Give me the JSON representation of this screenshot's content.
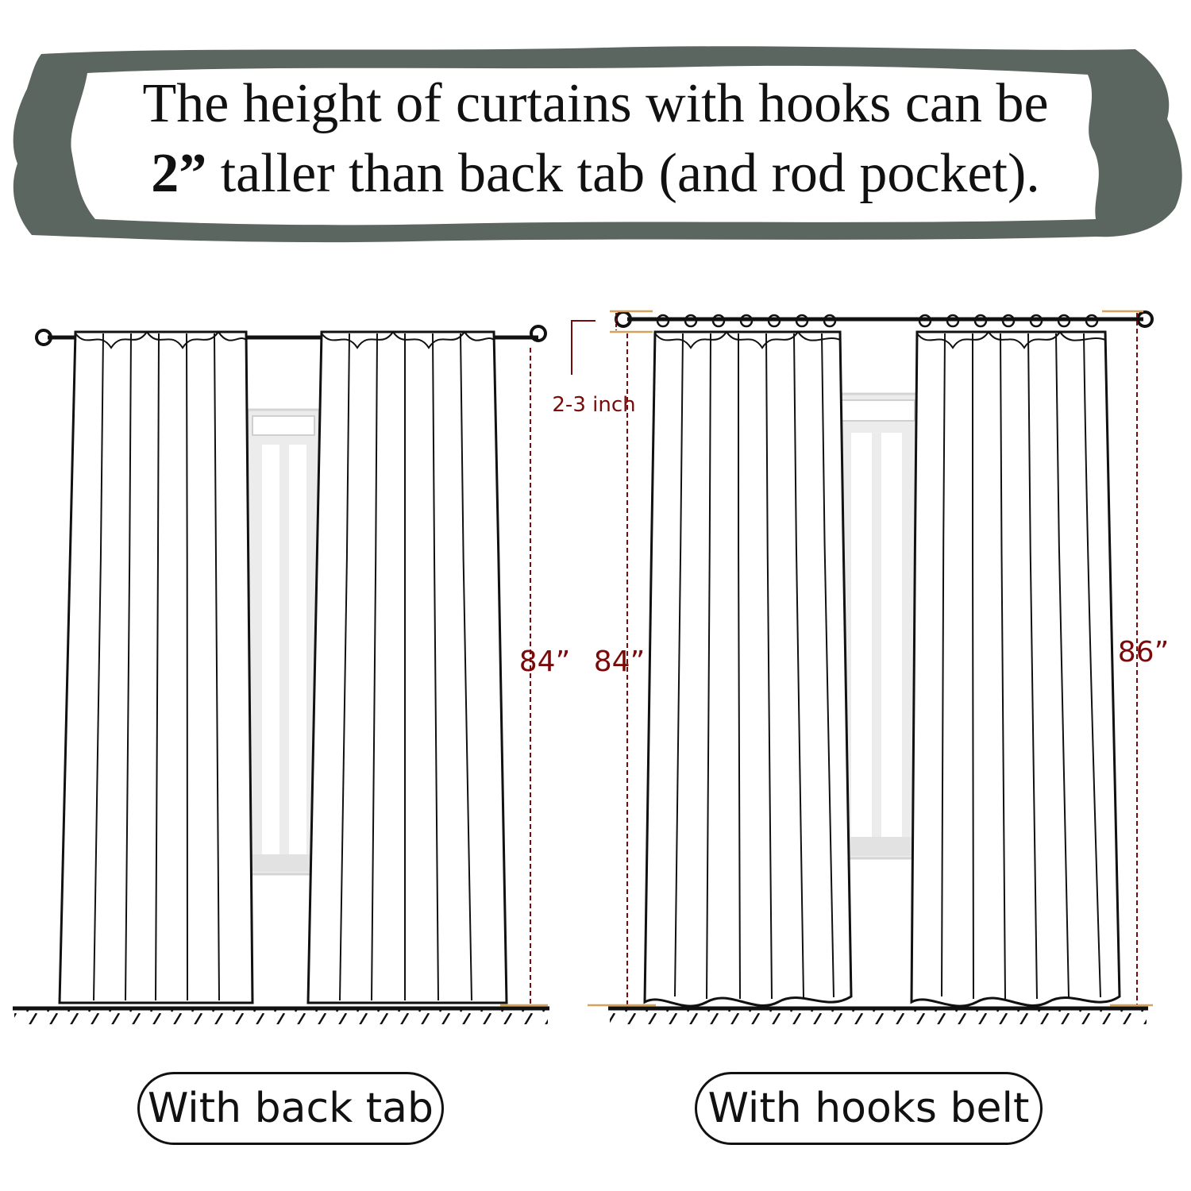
{
  "headline": {
    "line1": "The height of curtains with hooks can be",
    "line2_bold": "2”",
    "line2_rest": " taller than back tab (and rod pocket)."
  },
  "left_panel": {
    "height_label": "84”",
    "caption": "With back tab"
  },
  "right_panel": {
    "gap_label": "2-3 inch",
    "inner_height_label": "84”",
    "outer_height_label": "86”",
    "caption": "With hooks belt"
  },
  "colors": {
    "banner": "#5c6660",
    "dimension": "#7a0a0a",
    "guide": "#d4a25a",
    "ink": "#111111"
  },
  "icons": [
    "curtain-rod",
    "curtain-panel",
    "window",
    "hook-ring",
    "floor-hatch"
  ]
}
